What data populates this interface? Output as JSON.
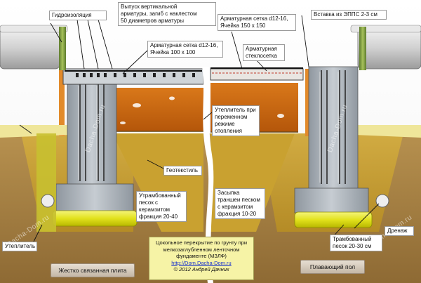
{
  "labels": {
    "hydro": "Гидроизоляция",
    "rebar_out": "Выпуск вертикальной\nарматуры, загиб с наклестом\n50 диаметров арматуры",
    "mesh_right": "Арматурная сетка d12-16,\nЯчейка  150 х 150",
    "epps": "Вставка из ЭППС 2-3 см",
    "mesh_left": "Арматурная сетка d12-16,\nЯчейка  100 х 100",
    "fiberglass": "Арматурная\nстеклосетка",
    "insulation_var": "Утеплитель при\nпеременном\nрежиме\nотопления",
    "geotextile": "Геотекстиль",
    "rammed_clay": "Утрамбованный\nпесок с\nкерамзитом\nфракция 20-40",
    "trench_fill": "Засыпка\nтраншеи песком\nс керамзитом\nфракция 10-20",
    "drainage": "Дренаж",
    "rammed_sand": "Трамбованный\nпесок 20-30 см",
    "insulation": "Утеплитель"
  },
  "plaques": {
    "rigid_slab": "Жестко связанная плита",
    "floating_floor": "Плавающий пол"
  },
  "caption": {
    "line1": "Цокольное перекрытие по грунту при",
    "line2": "мелкозаглубленном  ленточном",
    "line3": "фундаменте (МЗЛФ)",
    "url": "http://Dom.Dacha-Dom.ru",
    "copyright": "© 2012 Андрей Дачник"
  },
  "watermarks": [
    "Dacha-Dom.ru",
    "Dacha-Dom.ru",
    "Dacha-Dom.ru",
    "Dacha-Dom.ru"
  ],
  "colors": {
    "soil": "#b08a4a",
    "soil_dark": "#7a5a28",
    "sand_fill": "#c8a23a",
    "clay_fill": "#cf6a10",
    "foundation": "#a9b0b8",
    "insulation_pad": "#ecec3a",
    "wall_block": "#d9d9d9",
    "orange_strip": "#e28a2a"
  }
}
